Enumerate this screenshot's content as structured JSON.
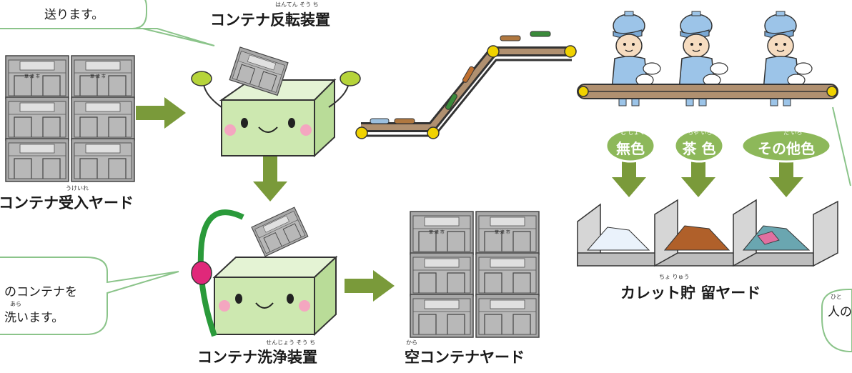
{
  "stations": {
    "flip": {
      "title": "コンテナ反転装置",
      "ruby": "はんてん そう ち"
    },
    "receive": {
      "title": "コンテナ受入ヤード",
      "ruby": "うけいれ"
    },
    "wash": {
      "title": "コンテナ洗浄装置",
      "ruby": "せんじょう そう ち"
    },
    "empty": {
      "title": "空コンテナヤード",
      "ruby": "から"
    },
    "cullet": {
      "title": "カレット貯 留ヤード",
      "ruby": "ちょ りゅう"
    }
  },
  "bubbles": {
    "top_left": {
      "line1": "送ります。"
    },
    "mid_left": {
      "line1": "のコンテナを",
      "line2": "洗います。",
      "ruby": "あら"
    },
    "right": {
      "line1": "人の",
      "ruby": "ひと"
    }
  },
  "crate_label": "草 津 市",
  "sort_colors": [
    {
      "label": "無色",
      "ruby": "む しょく"
    },
    {
      "label": "茶 色",
      "ruby": "ちゃ いろ"
    },
    {
      "label": "その他色",
      "ruby": "た いろ"
    }
  ],
  "colors": {
    "arrow": "#7a9a3a",
    "box": "#cde8b0",
    "crate": "#a8a8a8",
    "conveyor": "#b09070",
    "worker": "#9cc4e8"
  }
}
